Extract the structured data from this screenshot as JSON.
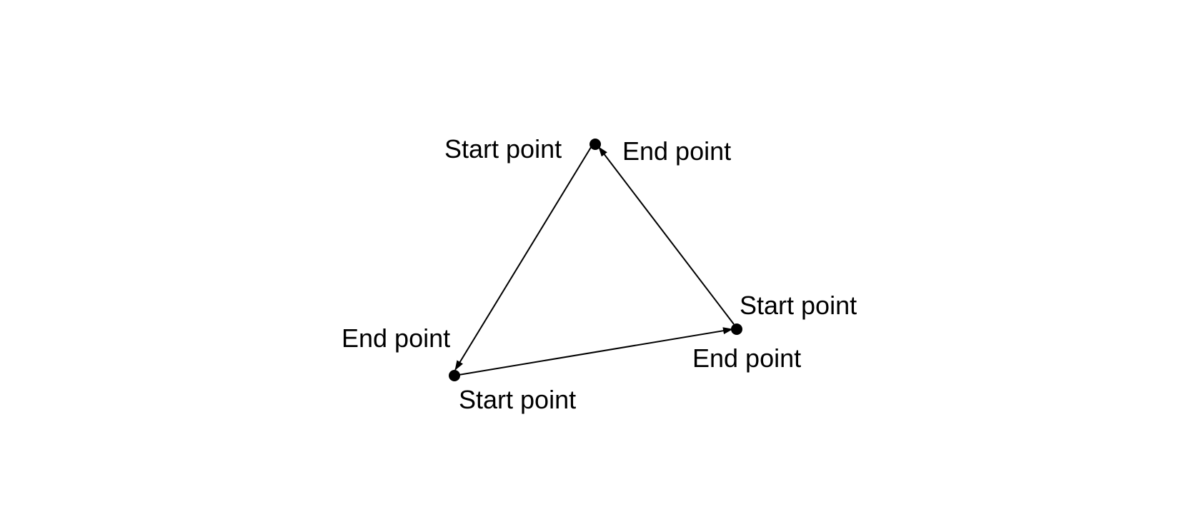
{
  "diagram": {
    "line_color": "#000000",
    "labels": {
      "top_start": "Start point",
      "top_end": "End point",
      "left_end": "End point",
      "bottom_start": "Start point",
      "right_start": "Start point",
      "right_end": "End point"
    }
  }
}
